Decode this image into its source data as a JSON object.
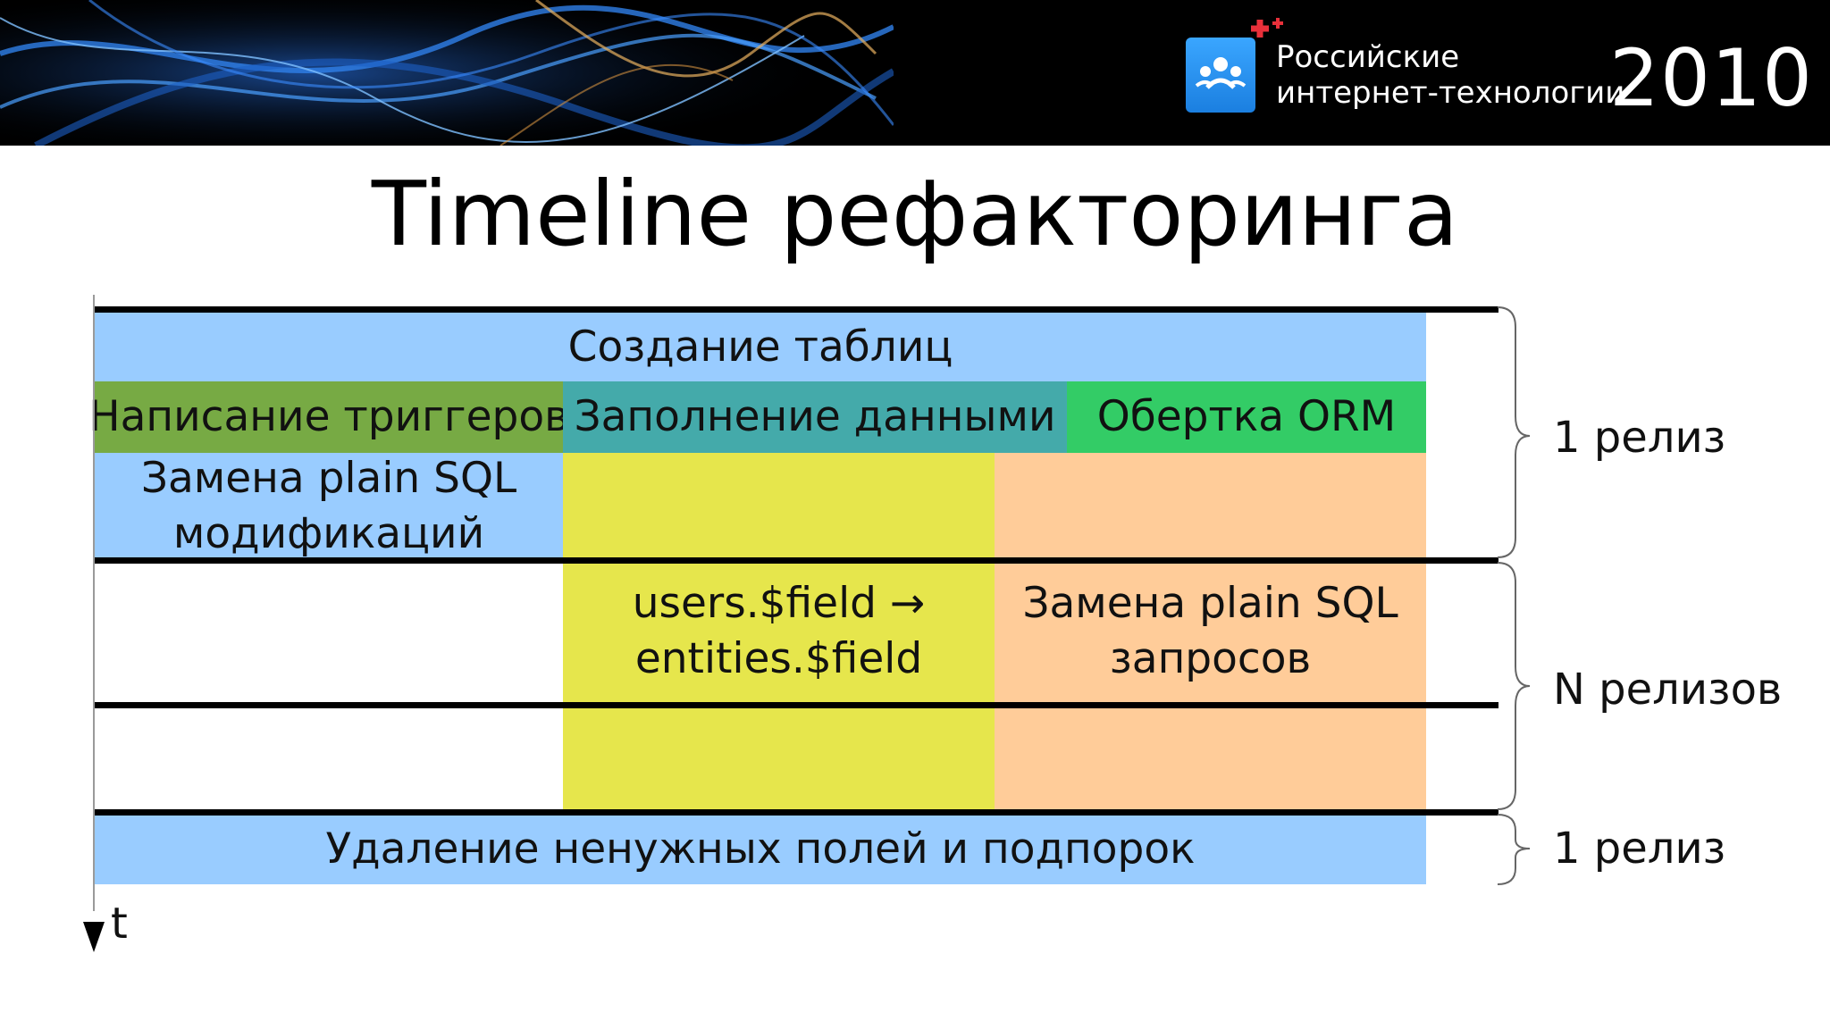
{
  "header": {
    "brand_line1": "Российские",
    "brand_line2": "интернет-технологии",
    "year": "2010"
  },
  "slide": {
    "title": "Timeline рефакторинга"
  },
  "blocks": {
    "create_tables": "Создание таблиц",
    "write_triggers": "Написание триггеров",
    "fill_data": "Заполнение данными",
    "orm_wrapper": "Обертка ORM",
    "replace_modifications": "Замена plain SQL модификаций",
    "field_rename": "users.$field → entities.$field",
    "replace_queries": "Замена plain SQL запросов",
    "remove_fields": "Удаление ненужных полей и подпорок"
  },
  "side_labels": {
    "first": "1 релиз",
    "middle": "N релизов",
    "last": "1 релиз"
  },
  "axis": {
    "label": "t"
  },
  "colors": {
    "header_bg": "#000000",
    "light_blue": "#99ccff",
    "olive_green": "#77aa44",
    "teal": "#44aaaa",
    "green": "#33cc66",
    "yellow": "#e6e64c",
    "peach": "#ffcc99",
    "logo_blue": "#2a94f0",
    "logo_red": "#e8303a"
  }
}
